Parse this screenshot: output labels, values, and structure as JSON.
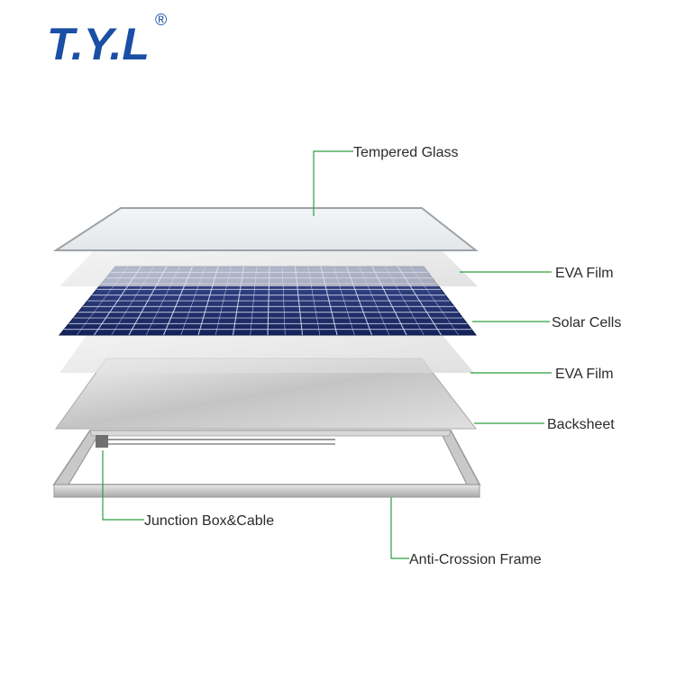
{
  "brand": {
    "name": "T.Y.L",
    "registered_mark": "®",
    "color": "#1a4fa5"
  },
  "layers": [
    {
      "id": "tempered-glass",
      "label": "Tempered Glass"
    },
    {
      "id": "eva-film-top",
      "label": "EVA Film"
    },
    {
      "id": "solar-cells",
      "label": "Solar Cells"
    },
    {
      "id": "eva-film-bottom",
      "label": "EVA Film"
    },
    {
      "id": "backsheet",
      "label": "Backsheet"
    },
    {
      "id": "junction-box",
      "label": "Junction Box&Cable"
    },
    {
      "id": "frame",
      "label": "Anti-Crossion Frame"
    }
  ],
  "colors": {
    "leader_line": "#2e9e3e",
    "cell_blue": "#1f2f6b",
    "grid_line": "#cdd5ea",
    "text": "#2b2b2b"
  }
}
